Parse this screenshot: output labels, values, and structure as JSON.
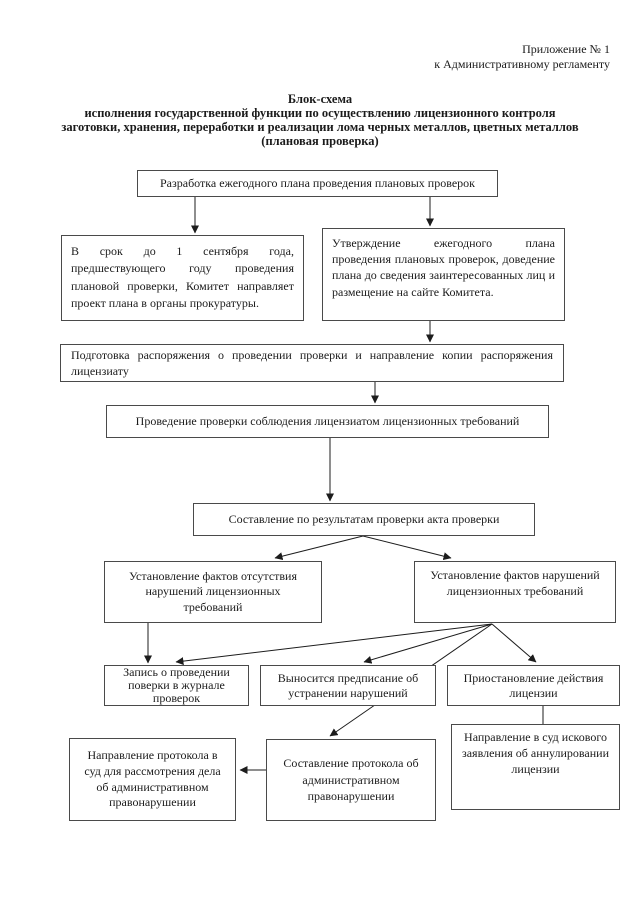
{
  "document": {
    "header": {
      "appendix": "Приложение № 1",
      "to_regulation": "к Административному регламенту"
    },
    "title": {
      "lines": [
        "Блок-схема",
        "исполнения государственной функции по осуществлению лицензионного контроля",
        "заготовки, хранения, переработки и реализации лома черных металлов, цветных металлов",
        "(плановая проверка)"
      ]
    }
  },
  "flowchart": {
    "boxes": {
      "develop_plan": {
        "text": "Разработка ежегодного плана проведения плановых проверок"
      },
      "send_prosecutor": {
        "text": "В срок до 1 сентября года, предшествующего году проведения плановой проверки, Комитет направляет проект плана в органы прокуратуры."
      },
      "approve_plan": {
        "text": "Утверждение ежегодного плана проведения плановых проверок, доведение плана до сведения заинтересованных лиц и размещение на сайте Комитета."
      },
      "prepare_order": {
        "text": "Подготовка распоряжения о проведении проверки и направление копии распоряжения лицензиату"
      },
      "conduct_check": {
        "text": "Проведение проверки соблюдения лицензиатом лицензионных требований"
      },
      "draw_act": {
        "text": "Составление по результатам проверки акта проверки"
      },
      "no_violations": {
        "lines": [
          "Установление фактов отсутствия",
          "нарушений лицензионных",
          "требований"
        ]
      },
      "violations": {
        "lines": [
          "Установление фактов нарушений",
          "лицензионных требований"
        ]
      },
      "journal_record": {
        "lines": [
          "Запись о проведении",
          "поверки в журнале",
          "проверок"
        ]
      },
      "prescription": {
        "lines": [
          "Выносится предписание об",
          "устранении нарушений"
        ]
      },
      "suspend_license": {
        "lines": [
          "Приостановление действия",
          "лицензии"
        ]
      },
      "admin_protocol": {
        "lines": [
          "Составление протокола об",
          "административном",
          "правонарушении"
        ]
      },
      "protocol_to_court": {
        "lines": [
          "Направление протокола в",
          "суд для рассмотрения дела",
          "об административном",
          "правонарушении"
        ]
      },
      "annul_claim": {
        "lines": [
          "Направление в суд искового",
          "заявления об аннулировании",
          "лицензии"
        ]
      }
    },
    "colors": {
      "background": "#ffffff",
      "box_border": "#4a4a4a",
      "connector": "#1c1c1c",
      "text": "#1b1b1b"
    }
  }
}
